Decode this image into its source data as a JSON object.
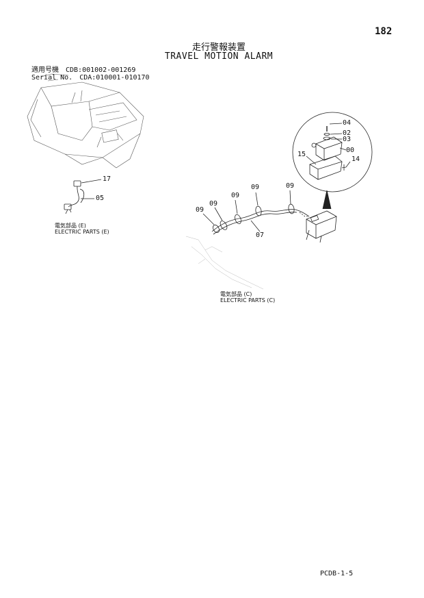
{
  "page": {
    "number": "182",
    "title_jp": "走行警報装置",
    "title_en": "TRAVEL MOTION ALARM",
    "footer_code": "PCDB-1-5"
  },
  "serial": {
    "line1": "適用号機　CDB:001002-001269",
    "line2": "Serial No.　CDA:010001-010170"
  },
  "captions": {
    "e_jp": "電気部品 (E)",
    "e_en": "ELECTRIC PARTS (E)",
    "c_jp": "電気部品 (C)",
    "c_en": "ELECTRIC PARTS (C)"
  },
  "callouts": {
    "p17": "17",
    "p05": "05",
    "p09a": "09",
    "p09b": "09",
    "p09c": "09",
    "p09d": "09",
    "p09e": "09",
    "p07": "07",
    "p04": "04",
    "p02": "02",
    "p03": "03",
    "p00": "00",
    "p15": "15",
    "p14": "14"
  }
}
